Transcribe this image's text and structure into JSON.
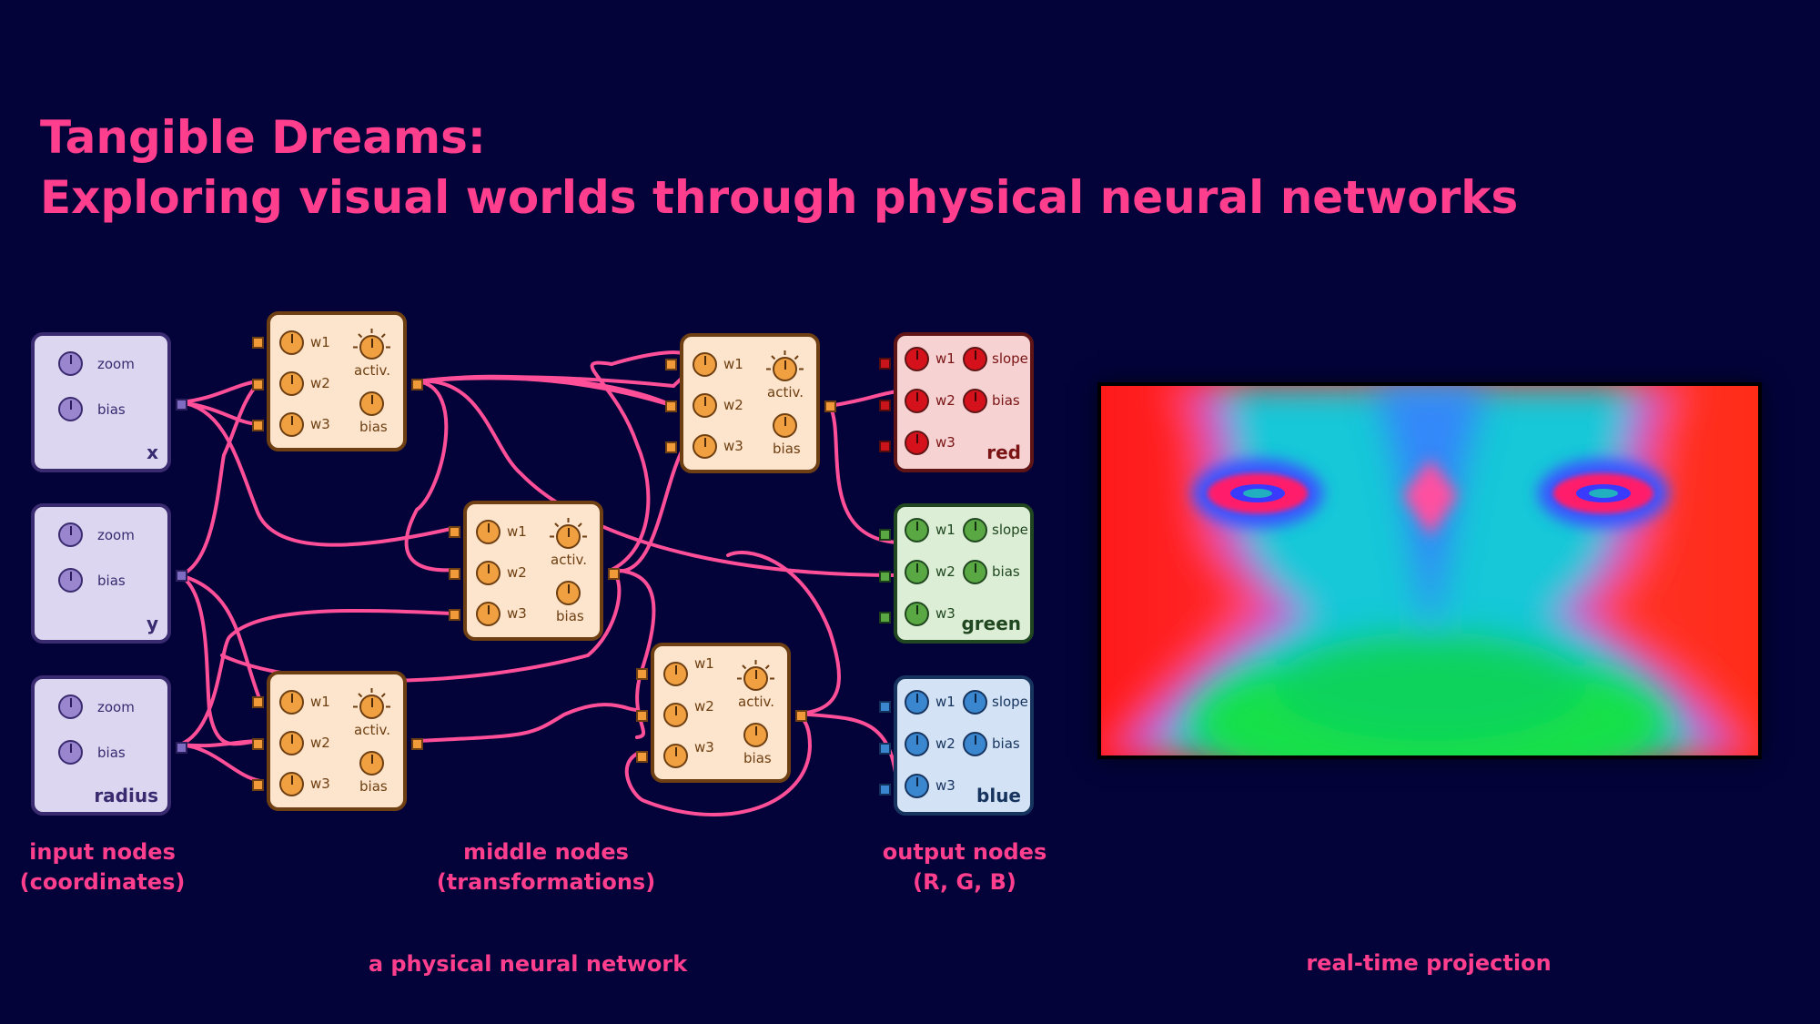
{
  "title": {
    "line1": "Tangible Dreams:",
    "line2": "Exploring visual worlds through physical neural networks"
  },
  "labels": {
    "zoom": "zoom",
    "bias": "bias",
    "w1": "w1",
    "w2": "w2",
    "w3": "w3",
    "activ": "activ.",
    "slope": "slope"
  },
  "input_nodes": [
    "x",
    "y",
    "radius"
  ],
  "output_nodes": [
    "red",
    "green",
    "blue"
  ],
  "captions": {
    "input_line1": "input nodes",
    "input_line2": "(coordinates)",
    "middle_line1": "middle nodes",
    "middle_line2": "(transformations)",
    "output_line1": "output nodes",
    "output_line2": "(R, G, B)",
    "network": "a physical neural network",
    "projection": "real-time projection"
  },
  "colors": {
    "background": "#03033a",
    "accent": "#ff3f8e",
    "wire": "#ff4f98",
    "input": "#dcd6f0",
    "middle": "#fde4cc",
    "red": "#f6d2d3",
    "green": "#dcefd6",
    "blue": "#d3e3f5"
  }
}
